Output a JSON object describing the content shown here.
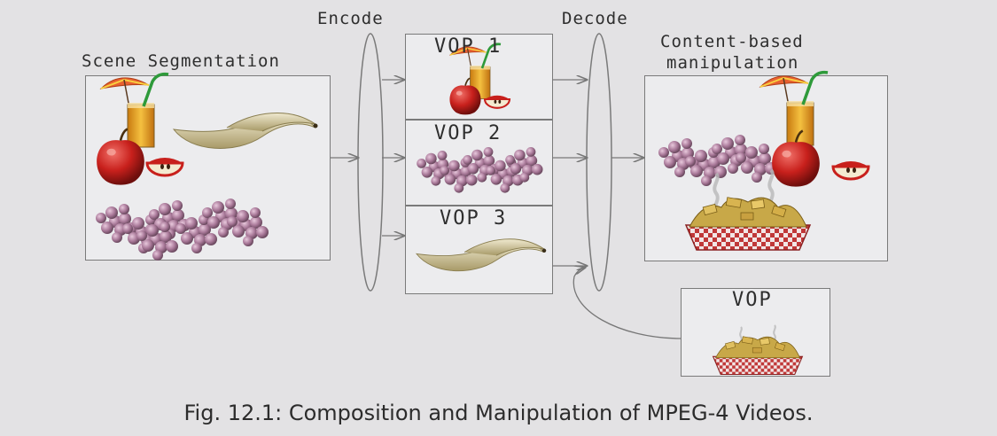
{
  "labels": {
    "scene_segmentation": "Scene Segmentation",
    "encode": "Encode",
    "decode": "Decode",
    "content_based": "Content-based",
    "manipulation": "manipulation",
    "vop1": "VOP 1",
    "vop2": "VOP 2",
    "vop3": "VOP 3",
    "vop": "VOP"
  },
  "caption": "Fig. 12.1: Composition and Manipulation of MPEG-4 Videos.",
  "colors": {
    "background": "#e3e2e4",
    "box_border": "#7a7a7a",
    "apple": "#c8201c",
    "juice": "#e8a018",
    "grapes": "#a87898",
    "banana": "#d8cfa0",
    "basket": "#c03838",
    "straw": "#2e9a3a",
    "umbrella": "#e86030"
  },
  "icons": [
    "drink-glass-icon",
    "apple-icon",
    "apple-slice-icon",
    "banana-icon",
    "grapes-icon",
    "fries-basket-icon"
  ]
}
